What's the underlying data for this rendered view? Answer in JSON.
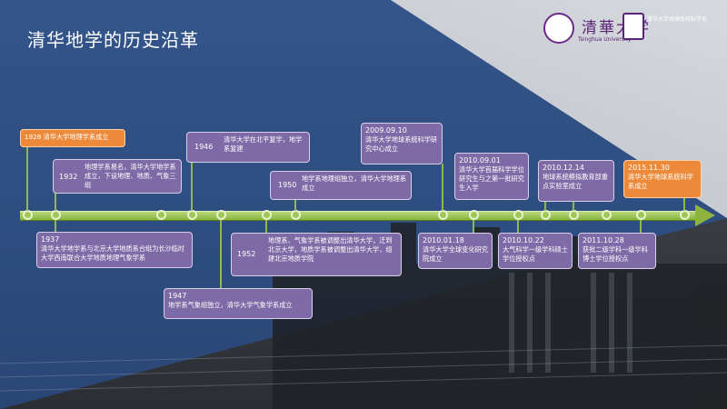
{
  "title": "清华地学的历史沿革",
  "logos": {
    "university_cn": "清華大学",
    "university_en": "Tsinghua University",
    "right_text": "清华大学地球系统科学系"
  },
  "colors": {
    "event": "#7e6aa6",
    "milestone": "#ed8a3a",
    "timeline": "#8cb43f",
    "background": "#2e4d80"
  },
  "events": [
    {
      "id": "e1928",
      "text": "1928 清华大学地理学系成立",
      "highlight": true
    },
    {
      "id": "e1932a",
      "year": "1932",
      "text": "地理学系易名，清华大学地学系成立，下设地理、地质、气象三组"
    },
    {
      "id": "e1937",
      "year": "1937",
      "text": "清华大学地学系与北京大学地质系合组为长沙临时大学西南联合大学地质地理气象学系"
    },
    {
      "id": "e1946",
      "year": "1946",
      "text": "清华大学在北平复学，地学系复建"
    },
    {
      "id": "e1947",
      "year": "1947",
      "text": "地学系气象组独立，清华大学气象学系成立"
    },
    {
      "id": "e1950",
      "year": "1950",
      "text": "地学系地理组独立，清华大学地理系成立"
    },
    {
      "id": "e1952",
      "year": "1952",
      "text": "地理系、气象学系被调整出清华大学，迁到北京大学，地质学系被调整出清华大学，组建北京地质学院"
    },
    {
      "id": "e2009",
      "year": "2009.09.10",
      "text": "清华大学地球系统科学研究中心成立"
    },
    {
      "id": "e2010a",
      "year": "2010.01.18",
      "text": "清华大学全球变化研究院成立"
    },
    {
      "id": "e2010b",
      "year": "2010.09.01",
      "text": "清华大学首届科学学位研究生与之第一批研究生入学"
    },
    {
      "id": "e2010c",
      "year": "2010.10.22",
      "text": "大气科学一级学科硕士学位授权点"
    },
    {
      "id": "e2010d",
      "year": "2010.12.14",
      "text": "地球系统模拟教育部重点实验室成立"
    },
    {
      "id": "e2011",
      "year": "2011.10.28",
      "text": "获批二级学科一级学科博士学位授权点"
    },
    {
      "id": "e2015",
      "year": "2015.11.30",
      "text": "清华大学地球系统科学系成立",
      "highlight": true
    }
  ]
}
